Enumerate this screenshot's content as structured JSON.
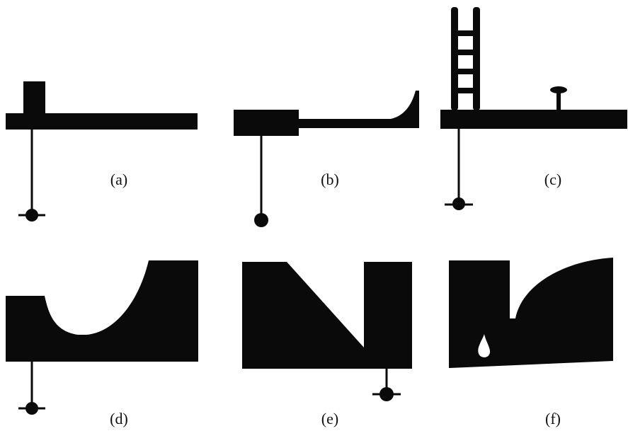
{
  "panels": [
    {
      "id": "a",
      "label": "(a)"
    },
    {
      "id": "b",
      "label": "(b)"
    },
    {
      "id": "c",
      "label": "(c)"
    },
    {
      "id": "d",
      "label": "(d)"
    },
    {
      "id": "e",
      "label": "(e)"
    },
    {
      "id": "f",
      "label": "(f)"
    }
  ],
  "colors": {
    "ink": "#0a0a0a",
    "background": "#ffffff"
  }
}
